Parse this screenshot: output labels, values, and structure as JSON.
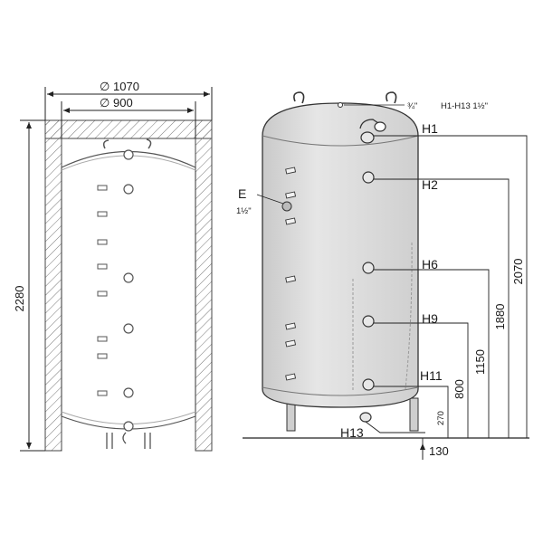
{
  "front_view": {
    "outer_diameter": "1070",
    "inner_diameter": "900",
    "height": "2280",
    "diameter_symbol": "∅"
  },
  "side_view": {
    "top_connection": "¾\"",
    "connection_size_note": "H1-H13 1½\"",
    "sensor_port": {
      "label": "E",
      "size": "1½\""
    },
    "connections": [
      {
        "label": "H1",
        "height": "2070"
      },
      {
        "label": "H2",
        "height": "1880"
      },
      {
        "label": "H6",
        "height": "1150"
      },
      {
        "label": "H9",
        "height": "800"
      },
      {
        "label": "H11",
        "height": "270"
      },
      {
        "label": "H13",
        "offset": "130"
      }
    ]
  },
  "colors": {
    "tank_fill": "#dcdcdc",
    "tank_edge": "#333333",
    "dimension_line": "#222222",
    "pipe_fill": "#e8e8e8"
  }
}
